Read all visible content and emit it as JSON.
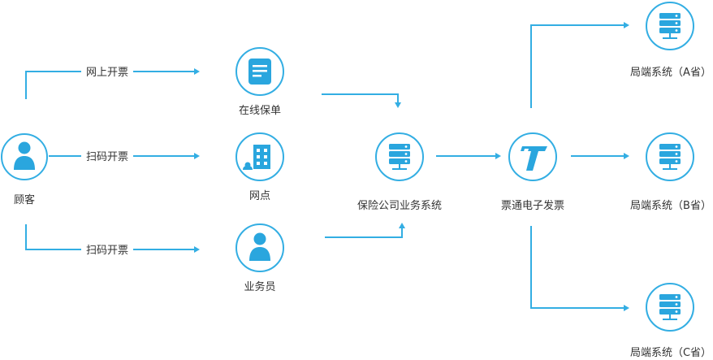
{
  "colors": {
    "accent": "#33aee3",
    "icon_fill": "#2aa6de",
    "text": "#333333"
  },
  "nodes": {
    "customer": {
      "label": "顾客",
      "icon": "person-icon"
    },
    "online_policy": {
      "label": "在线保单",
      "icon": "document-icon"
    },
    "outlet": {
      "label": "网点",
      "icon": "building-icon"
    },
    "salesman": {
      "label": "业务员",
      "icon": "person-icon"
    },
    "insurance_system": {
      "label": "保险公司业务系统",
      "icon": "server-icon"
    },
    "e_invoice": {
      "label": "票通电子发票",
      "icon": "invoice-logo-icon"
    },
    "local_a": {
      "label": "局端系统（A省）",
      "icon": "server-icon"
    },
    "local_b": {
      "label": "局端系统（B省）",
      "icon": "server-icon"
    },
    "local_c": {
      "label": "局端系统（C省）",
      "icon": "server-icon"
    }
  },
  "edges": {
    "online_invoice": "网上开票",
    "scan_invoice_outlet": "扫码开票",
    "scan_invoice_salesman": "扫码开票"
  }
}
